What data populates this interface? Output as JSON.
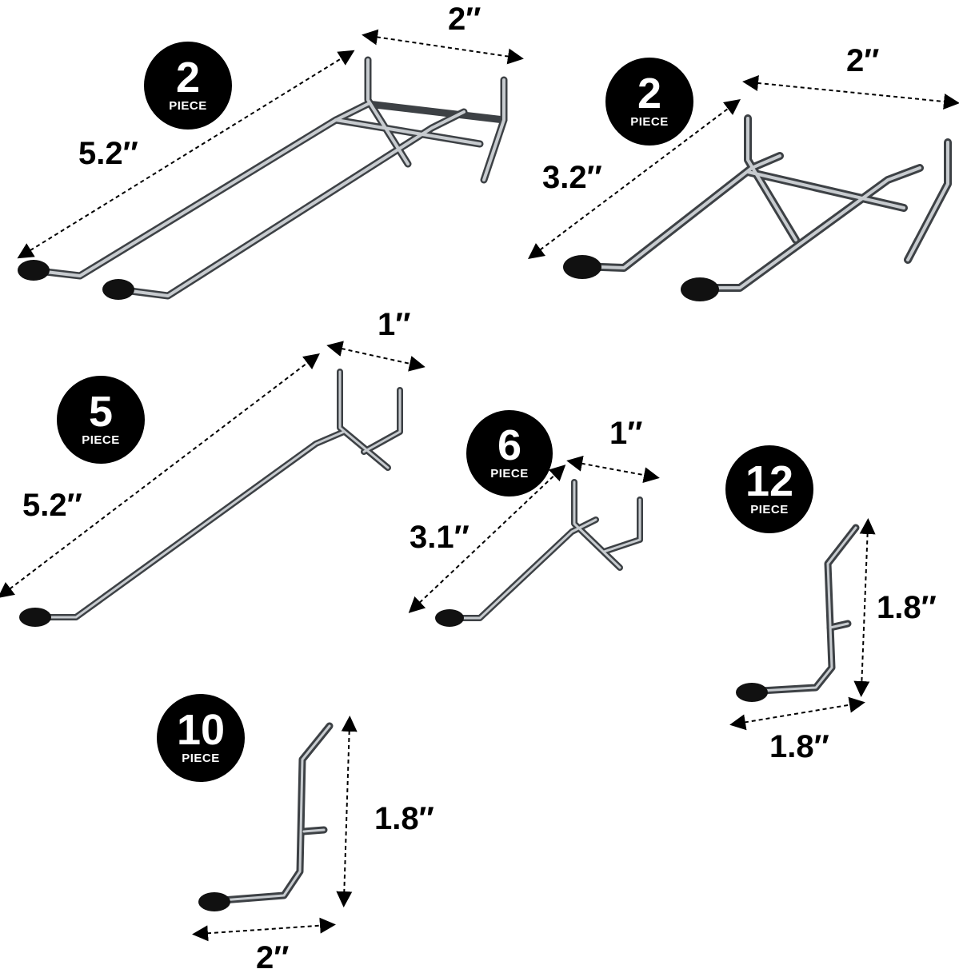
{
  "hooks": [
    {
      "id": "double-long",
      "count": "2",
      "unit": "PIECE",
      "length": "5.2″",
      "width": "2″"
    },
    {
      "id": "double-short",
      "count": "2",
      "unit": "PIECE",
      "length": "3.2″",
      "width": "2″"
    },
    {
      "id": "single-long",
      "count": "5",
      "unit": "PIECE",
      "length": "5.2″",
      "width": "1″"
    },
    {
      "id": "single-short",
      "count": "6",
      "unit": "PIECE",
      "length": "3.1″",
      "width": "1″"
    },
    {
      "id": "l-hook-12",
      "count": "12",
      "unit": "PIECE",
      "height": "1.8″",
      "width": "1.8″"
    },
    {
      "id": "l-hook-10",
      "count": "10",
      "unit": "PIECE",
      "height": "1.8″",
      "width": "2″"
    }
  ],
  "colors": {
    "badge": "#000000",
    "badge_text": "#ffffff",
    "metal": "#8a8f94",
    "tip": "#111111",
    "dash": "#000000"
  }
}
